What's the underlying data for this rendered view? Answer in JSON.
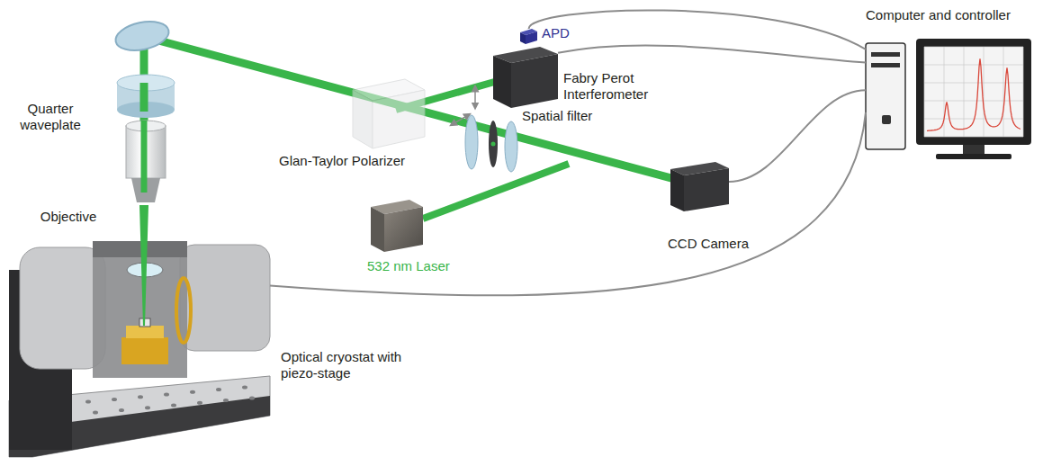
{
  "diagram": {
    "nodes": [
      {
        "text": [
          "Computer and controller"
        ]
      },
      {
        "text": [
          "APD"
        ]
      },
      {
        "text": [
          "Fabry Perot Interferometer"
        ]
      },
      {
        "text": [
          "CCD Camera"
        ]
      },
      {
        "text": [
          "Optical cryostat with piezo-stage"
        ]
      },
      {
        "text": [
          "532 nm Laser"
        ]
      },
      {
        "text": [
          "Glan-Taylor Polarizer"
        ]
      },
      {
        "text": [
          "Spatial filter"
        ]
      },
      {
        "text": [
          "Quarter waveplate"
        ]
      },
      {
        "text": [
          "Objective"
        ]
      }
    ],
    "edges": [
      {
        "from": 0,
        "to": 1,
        "arrow": "none"
      },
      {
        "from": 0,
        "to": 2,
        "arrow": "none"
      },
      {
        "from": 0,
        "to": 3,
        "arrow": "none"
      },
      {
        "from": 0,
        "to": 4,
        "arrow": "none"
      }
    ]
  }
}
